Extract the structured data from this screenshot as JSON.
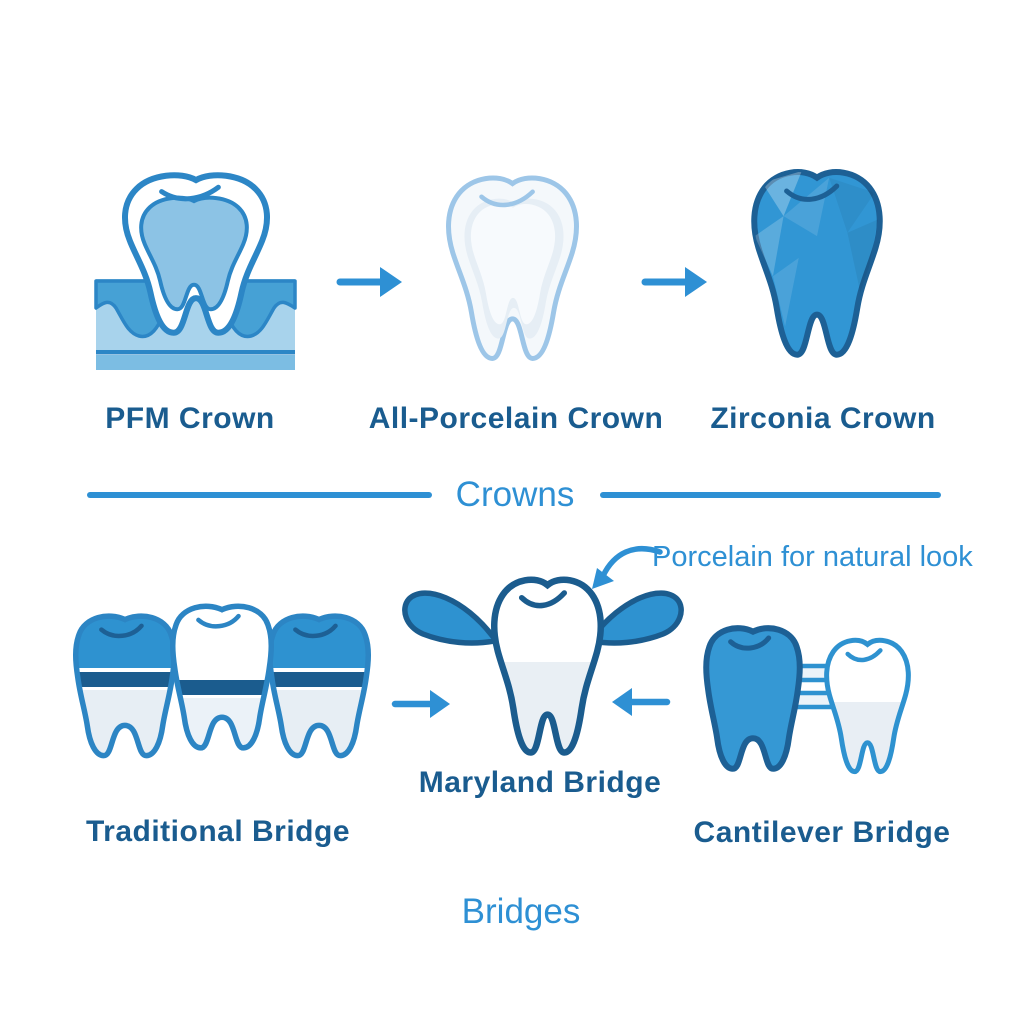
{
  "title": "Dental crowns and bridges diagram",
  "colors": {
    "accent_blue": "#2E90D4",
    "label_navy": "#1A5C8F",
    "tooth_outline_blue": "#2C85C4",
    "dark_navy_outline": "#1B5C8E",
    "solid_tooth_blue": "#3196D4",
    "light_root_fill": "#E9EFF5",
    "gum_medium_blue": "#46A1D5",
    "gum_light_blue": "#A8D3EC",
    "porcelain_white": "#F4F8FB"
  },
  "crowns_section": {
    "divider_label": "Crowns",
    "items": [
      {
        "label": "PFM Crown",
        "icon": "pfm-crown-tooth-icon"
      },
      {
        "label": "All-Porcelain Crown",
        "icon": "all-porcelain-tooth-icon"
      },
      {
        "label": "Zirconia Crown",
        "icon": "zirconia-tooth-icon"
      }
    ]
  },
  "bridges_section": {
    "heading": "Bridges",
    "annotation": "Porcelain for natural look",
    "items": [
      {
        "label": "Traditional Bridge",
        "icon": "traditional-bridge-icon"
      },
      {
        "label": "Maryland Bridge",
        "icon": "maryland-bridge-icon"
      },
      {
        "label": "Cantilever Bridge",
        "icon": "cantilever-bridge-icon"
      }
    ]
  }
}
